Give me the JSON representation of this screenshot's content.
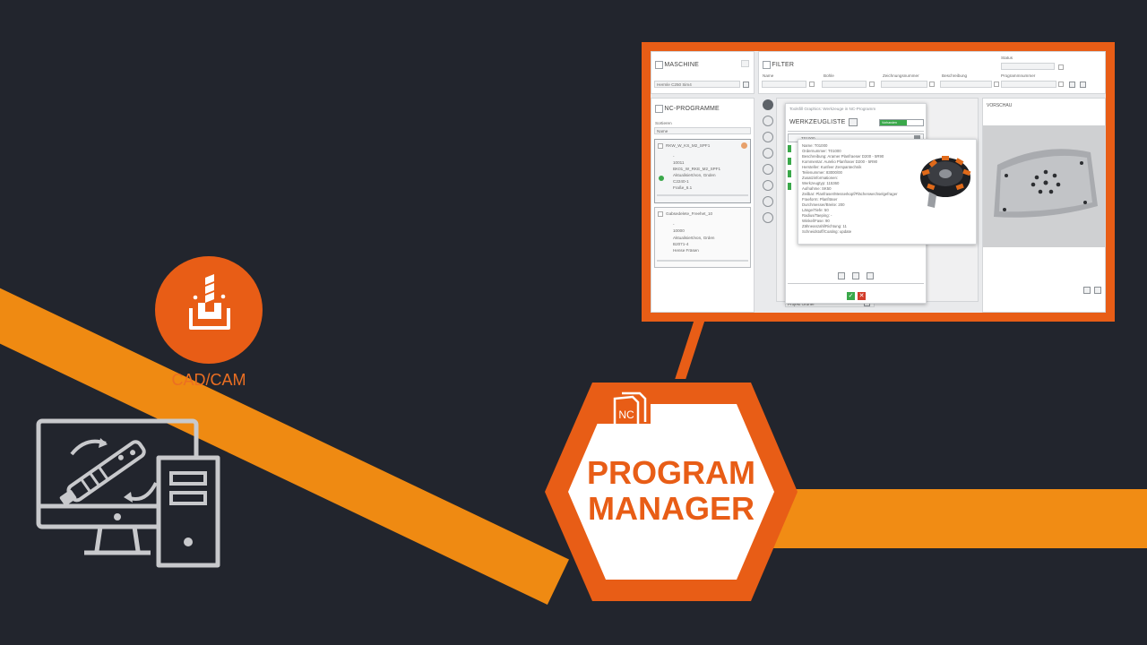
{
  "labels": {
    "cad_cam": "CAD/CAM",
    "title_line1": "PROGRAM",
    "title_line2": "MANAGER",
    "nc_badge": "NC"
  },
  "screenshot": {
    "machine_title": "MASCHINE",
    "machine_select": "Hermle C250 Sim4",
    "filter_title": "FILTER",
    "filter_fields": [
      "Name",
      "Bohle",
      "Zeichnungsnummer",
      "Beschreibung",
      "Programmnummer"
    ],
    "filter_status_label": "Status",
    "nc_title": "NC-PROGRAMME",
    "sort_label": "Sortieren",
    "sort_value": "Name",
    "program1_name": "RKW_W_KS_M2_SPF1",
    "program1_lines": [
      "-",
      "10011",
      "BK01_W_RKE_M2_SPF1",
      "Aktualisiert/von, Gnden",
      "C2240-1",
      "Fraße_6.1"
    ],
    "program2_name": "Gabsedelete_Freehet_10",
    "program2_lines": [
      "-",
      "10000",
      "Aktualisiert/von, Grden",
      "B2071-4",
      "Hense Fräsen"
    ],
    "dialog_caption": "Toolsfill Graphics: Werkzeuge in NC-Programm",
    "tool_list_title": "WERKZEUGLISTE",
    "tool_status": "Vorhanden",
    "tool_row_id": "T01000",
    "tool_info_lines": [
      "Name: T01000",
      "Ordernummer: T01000",
      "Beschreibung: Aramer Planfraeser D200 - 5R90",
      "Kommentar: Aurelio Planfraser D200 - 5R90",
      "Hersteller: Kunfeer Zerspantechnik",
      "Teilenummer: 83000/00",
      "Zusatzinformationen:",
      "Werkzeugtyp: 115360",
      "Aufnahme: SK50",
      "Zeilbar: Planfraser/Messerkopf/Flächenwechselgefrager",
      "Fraeform: Planfräser",
      "Durchmesser/Breite: 200",
      "Länge/Tiefe: 50",
      "Radius/Taeping: -",
      "Winkel/Fase: 90",
      "Zähneanzahl/Richtung: 11",
      "Schneidstoff/Coating: update"
    ],
    "preview_title": "VORSCHAU",
    "project_label": "Projekt Ordner"
  },
  "colors": {
    "background": "#22252d",
    "accent_orange": "#e85d16",
    "band_orange": "#ef8a12",
    "icon_gray": "#c8c9cc",
    "success_green": "#3aa84a"
  },
  "icons": [
    "cnc-milling-icon",
    "computer-workstation-icon",
    "nc-document-icon"
  ]
}
